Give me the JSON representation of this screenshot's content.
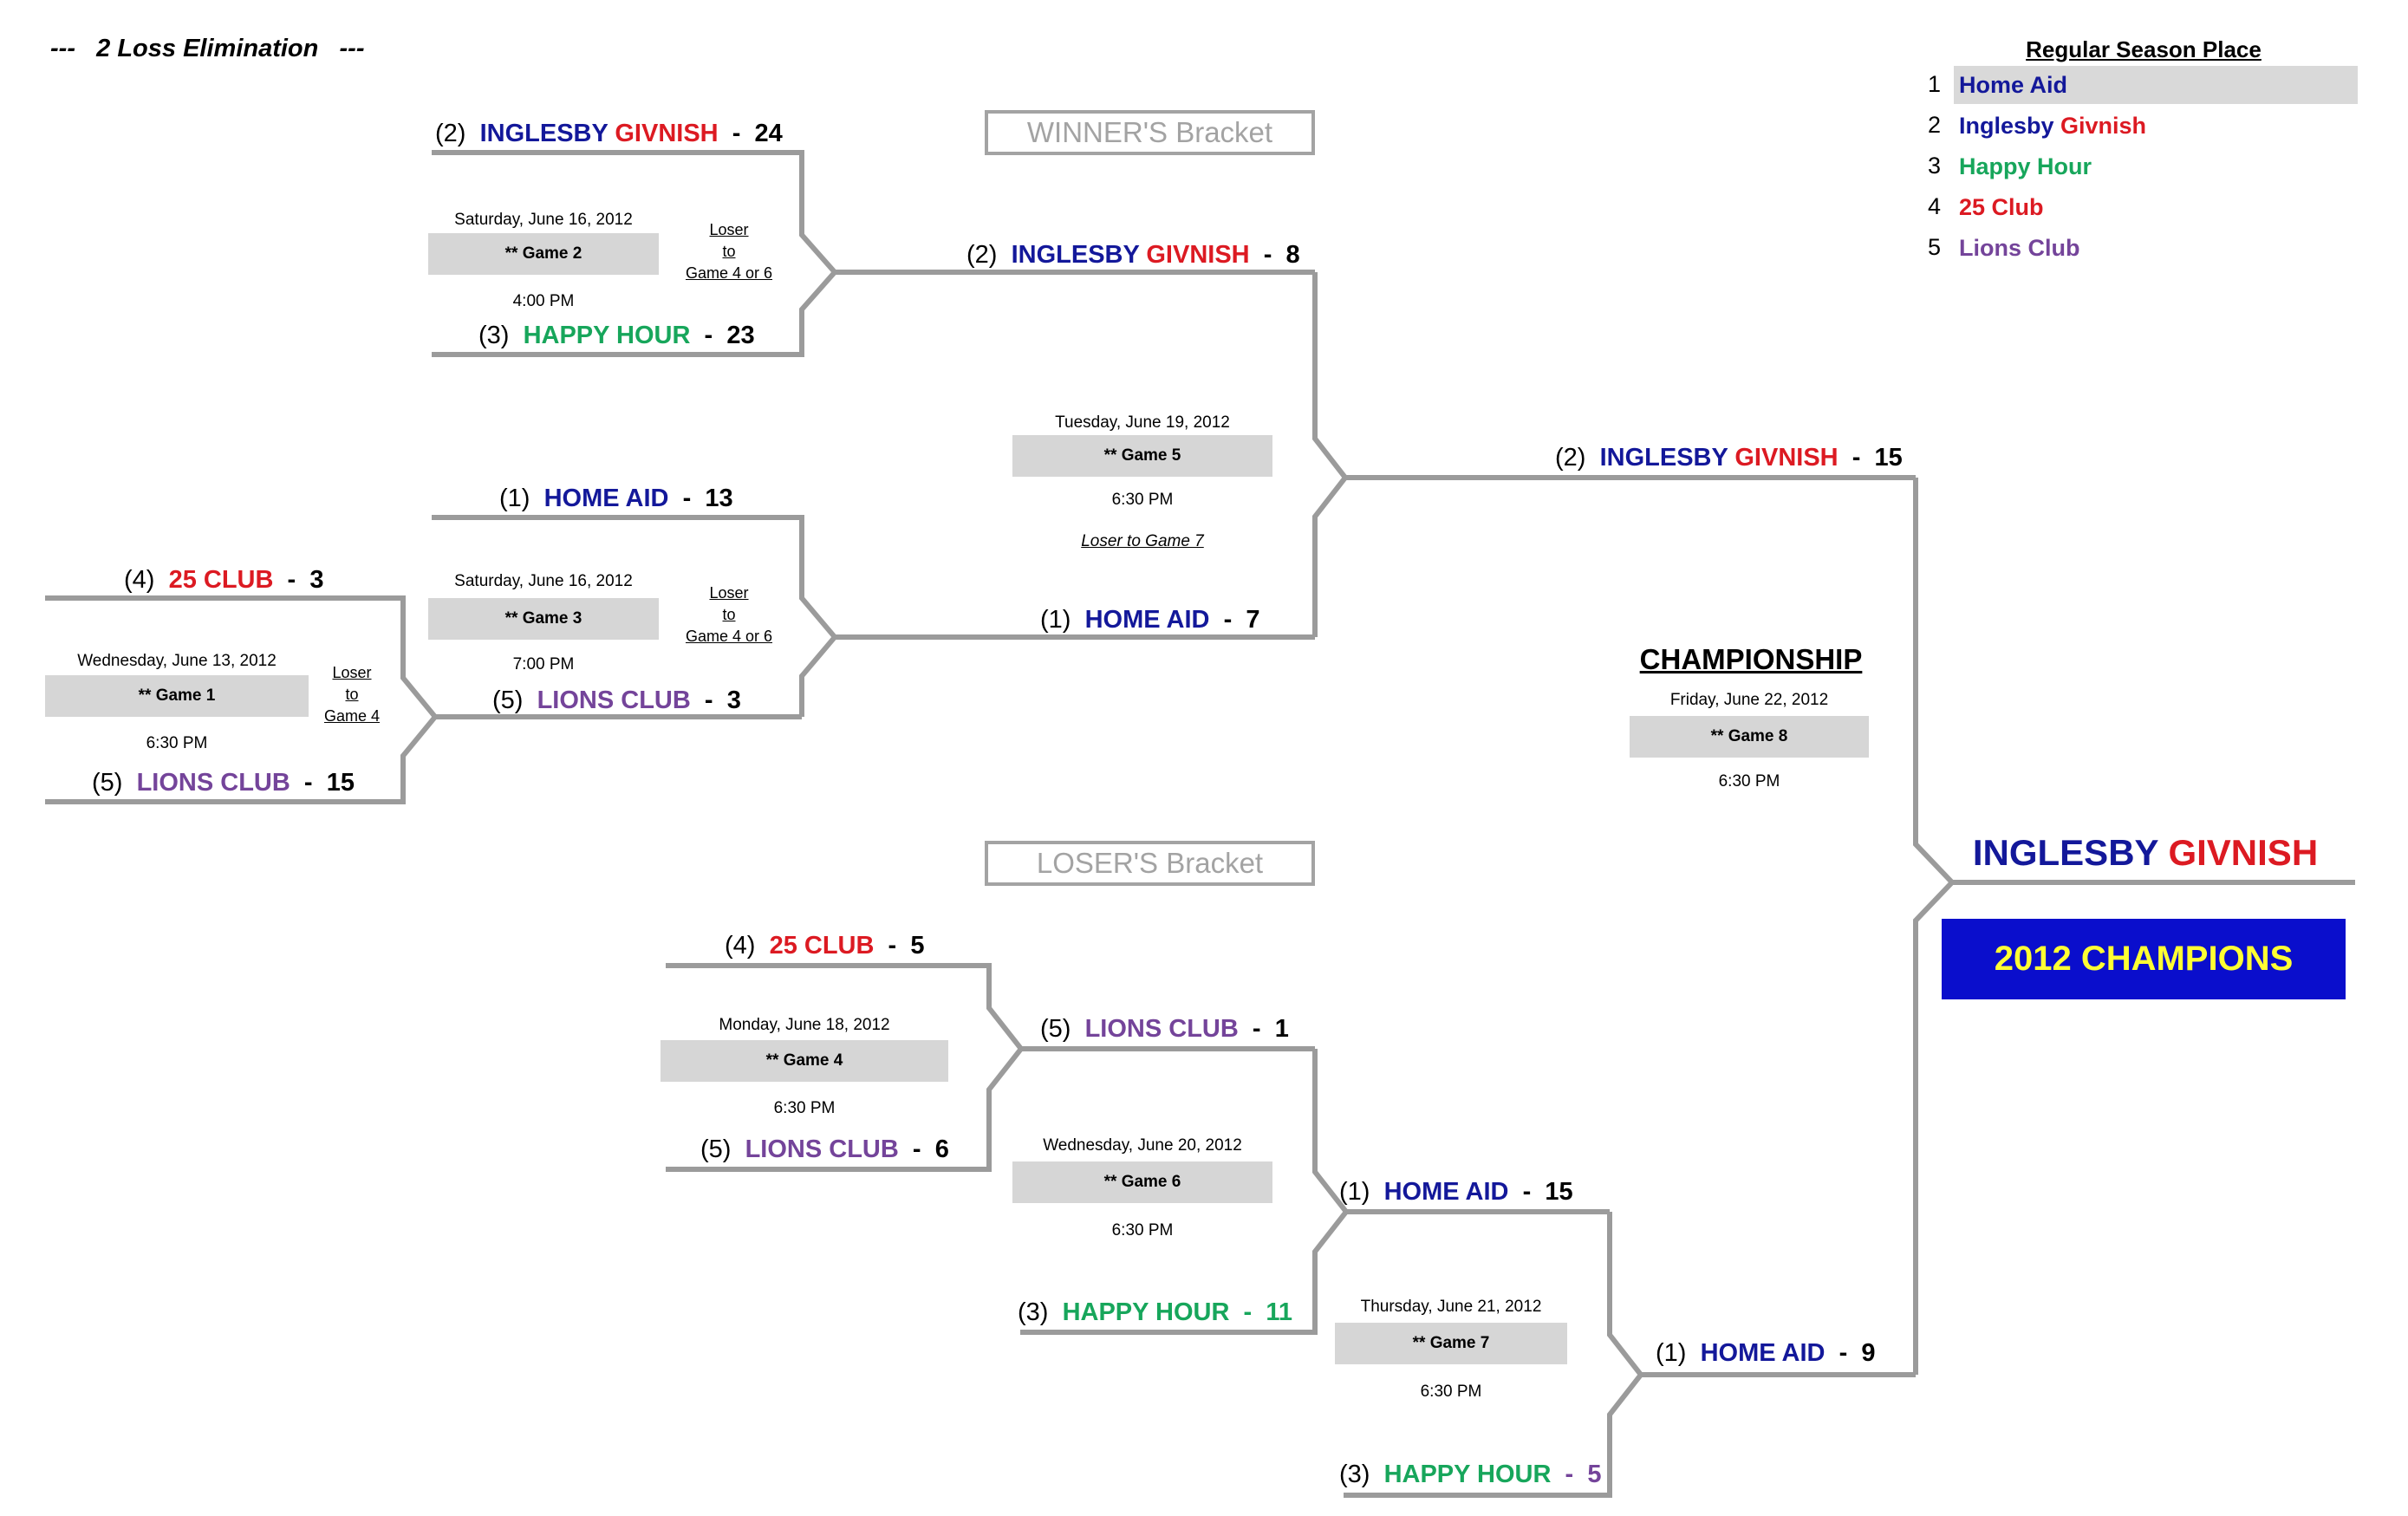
{
  "header": {
    "title": "---   2 Loss Elimination   ---"
  },
  "winners_bracket_label": "WINNER'S Bracket",
  "losers_bracket_label": "LOSER'S Bracket",
  "games": {
    "g1": {
      "date": "Wednesday, June 13, 2012",
      "label": "** Game 1",
      "time": "6:30 PM",
      "loser": [
        "Loser",
        "to",
        "Game 4"
      ]
    },
    "g2": {
      "date": "Saturday, June 16, 2012",
      "label": "** Game 2",
      "time": "4:00 PM",
      "loser": [
        "Loser",
        "to",
        "Game 4 or 6"
      ]
    },
    "g3": {
      "date": "Saturday, June 16, 2012",
      "label": "** Game 3",
      "time": "7:00 PM",
      "loser": [
        "Loser",
        "to",
        "Game 4 or 6"
      ]
    },
    "g4": {
      "date": "Monday, June 18, 2012",
      "label": "** Game 4",
      "time": "6:30 PM"
    },
    "g5": {
      "date": "Tuesday, June 19, 2012",
      "label": "** Game 5",
      "time": "6:30 PM",
      "loser": "Loser to Game 7"
    },
    "g6": {
      "date": "Wednesday, June 20, 2012",
      "label": "** Game 6",
      "time": "6:30 PM"
    },
    "g7": {
      "date": "Thursday, June 21, 2012",
      "label": "** Game 7",
      "time": "6:30 PM"
    },
    "g8": {
      "date": "Friday, June 22, 2012",
      "label": "** Game 8",
      "time": "6:30 PM",
      "heading": "CHAMPIONSHIP"
    }
  },
  "entries": [
    {
      "key": "e1",
      "seed": "(4)",
      "names": [
        {
          "t": "25 CLUB",
          "c": "red"
        }
      ],
      "score": "3",
      "sc": "black"
    },
    {
      "key": "e2",
      "seed": "(5)",
      "names": [
        {
          "t": "LIONS CLUB",
          "c": "purple"
        }
      ],
      "score": "15",
      "sc": "black"
    },
    {
      "key": "e3",
      "seed": "(2)",
      "names": [
        {
          "t": "INGLESBY ",
          "c": "blue"
        },
        {
          "t": "GIVNISH",
          "c": "red"
        }
      ],
      "score": "24",
      "sc": "black"
    },
    {
      "key": "e4",
      "seed": "(3)",
      "names": [
        {
          "t": "HAPPY HOUR",
          "c": "green"
        }
      ],
      "score": "23",
      "sc": "black"
    },
    {
      "key": "e5",
      "seed": "(1)",
      "names": [
        {
          "t": "HOME AID",
          "c": "blue"
        }
      ],
      "score": "13",
      "sc": "black"
    },
    {
      "key": "e6",
      "seed": "(5)",
      "names": [
        {
          "t": "LIONS CLUB",
          "c": "purple"
        }
      ],
      "score": "3",
      "sc": "black"
    },
    {
      "key": "e7",
      "seed": "(2)",
      "names": [
        {
          "t": "INGLESBY ",
          "c": "blue"
        },
        {
          "t": "GIVNISH",
          "c": "red"
        }
      ],
      "score": "8",
      "sc": "black"
    },
    {
      "key": "e8",
      "seed": "(1)",
      "names": [
        {
          "t": "HOME AID",
          "c": "blue"
        }
      ],
      "score": "7",
      "sc": "black"
    },
    {
      "key": "e9",
      "seed": "(2)",
      "names": [
        {
          "t": "INGLESBY ",
          "c": "blue"
        },
        {
          "t": "GIVNISH",
          "c": "red"
        }
      ],
      "score": "15",
      "sc": "black"
    },
    {
      "key": "e10",
      "seed": "(4)",
      "names": [
        {
          "t": "25 CLUB",
          "c": "red"
        }
      ],
      "score": "5",
      "sc": "black"
    },
    {
      "key": "e11",
      "seed": "(5)",
      "names": [
        {
          "t": "LIONS CLUB",
          "c": "purple"
        }
      ],
      "score": "6",
      "sc": "black"
    },
    {
      "key": "e12",
      "seed": "(5)",
      "names": [
        {
          "t": "LIONS CLUB",
          "c": "purple"
        }
      ],
      "score": "1",
      "sc": "black"
    },
    {
      "key": "e13",
      "seed": "(3)",
      "names": [
        {
          "t": "HAPPY HOUR",
          "c": "green"
        }
      ],
      "score": "11",
      "sc": "green"
    },
    {
      "key": "e14",
      "seed": "(1)",
      "names": [
        {
          "t": "HOME AID",
          "c": "blue"
        }
      ],
      "score": "15",
      "sc": "black"
    },
    {
      "key": "e15",
      "seed": "(1)",
      "names": [
        {
          "t": "HOME AID",
          "c": "blue"
        }
      ],
      "score": "9",
      "sc": "black"
    },
    {
      "key": "e16",
      "seed": "(3)",
      "names": [
        {
          "t": "HAPPY HOUR",
          "c": "green"
        }
      ],
      "score": "5",
      "sc": "purple"
    }
  ],
  "champion": {
    "name_part1": "INGLESBY ",
    "name_part2": "GIVNISH",
    "banner": "2012 CHAMPIONS"
  },
  "legend": {
    "title": "Regular Season Place",
    "rows": [
      {
        "num": "1",
        "parts": [
          {
            "t": "Home Aid",
            "c": "blue"
          }
        ],
        "highlight": true
      },
      {
        "num": "2",
        "parts": [
          {
            "t": "Inglesby ",
            "c": "blue"
          },
          {
            "t": "Givnish",
            "c": "red"
          }
        ],
        "highlight": false
      },
      {
        "num": "3",
        "parts": [
          {
            "t": "Happy Hour",
            "c": "green"
          }
        ],
        "highlight": false
      },
      {
        "num": "4",
        "parts": [
          {
            "t": "25 Club",
            "c": "red"
          }
        ],
        "highlight": false
      },
      {
        "num": "5",
        "parts": [
          {
            "t": "Lions Club",
            "c": "purple"
          }
        ],
        "highlight": false
      }
    ]
  },
  "colors": {
    "blue": "#13189a",
    "red": "#dc1a22",
    "green": "#17a65b",
    "purple": "#74449a",
    "line": "#9b9b9b",
    "banner_bg": "#0a0ecc",
    "banner_text": "#ffff33",
    "highlight": "#d9d9d9"
  }
}
